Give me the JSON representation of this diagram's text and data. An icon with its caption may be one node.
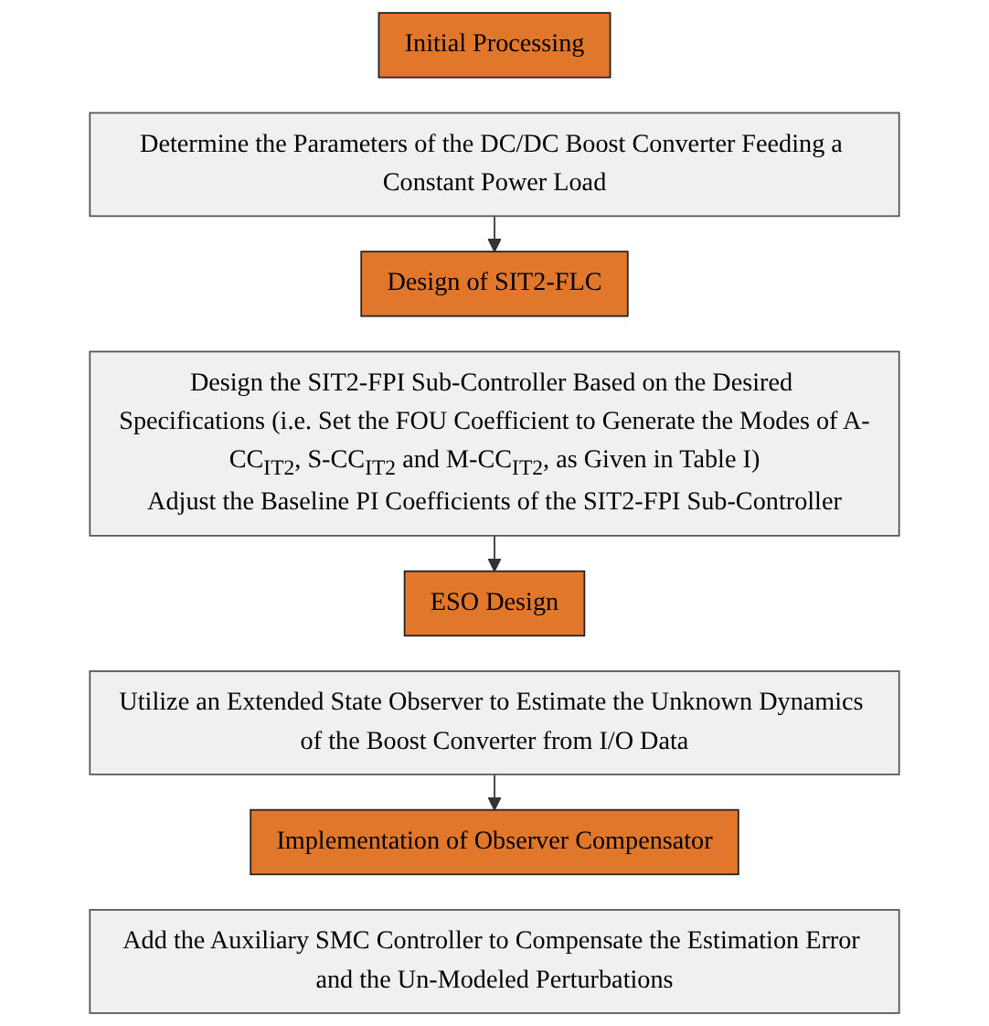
{
  "diagram": {
    "nodes": [
      {
        "text": [
          "Initial Processing"
        ]
      },
      {
        "text": [
          "Determine the Parameters of the DC/DC Boost Converter Feeding a Constant Power Load"
        ]
      },
      {
        "text": [
          "Design of SIT2-FLC"
        ]
      },
      {
        "text": [
          "Design the SIT2-FPI Sub-Controller Based on the Desired Specifications (i.e. Set the FOU Coefficient to Generate the Modes of A-CC$_{IT2}$, S-CC$_{IT2}$ and M-CC$_{IT2}$, as Given in Table I)",
          "Adjust the Baseline PI Coefficients of the SIT2-FPI Sub-Controller"
        ]
      },
      {
        "text": [
          "ESO Design"
        ]
      },
      {
        "text": [
          "Utilize an Extended State Observer to Estimate the Unknown Dynamics of the Boost Converter from I/O Data"
        ]
      },
      {
        "text": [
          "Implementation of Observer Compensator"
        ]
      },
      {
        "text": [
          "Add the Auxiliary SMC Controller to Compensate the Estimation Error and the Un-Modeled Perturbations"
        ]
      }
    ],
    "edges": [
      {
        "from": 1,
        "to": 2,
        "arrow": "to"
      },
      {
        "from": 3,
        "to": 4,
        "arrow": "to"
      },
      {
        "from": 5,
        "to": 6,
        "arrow": "to"
      }
    ]
  }
}
